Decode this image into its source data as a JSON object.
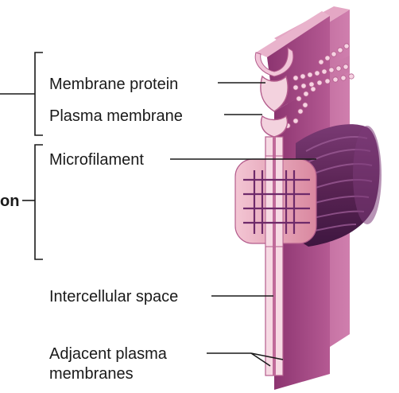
{
  "labels": {
    "membrane_protein": "Membrane protein",
    "plasma_membrane": "Plasma membrane",
    "microfilament": "Microfilament",
    "partial_left": "on",
    "intercellular_space": "Intercellular space",
    "adjacent_line1": "Adjacent plasma",
    "adjacent_line2": "membranes"
  },
  "colors": {
    "membrane_front": "#c06a9a",
    "membrane_side": "#9a3f7a",
    "membrane_top": "#e4a7c4",
    "channel": "#f3d2de",
    "plaque": "#e8aabd",
    "filament": "#5e2a5a",
    "leader": "#1a1a1a"
  }
}
